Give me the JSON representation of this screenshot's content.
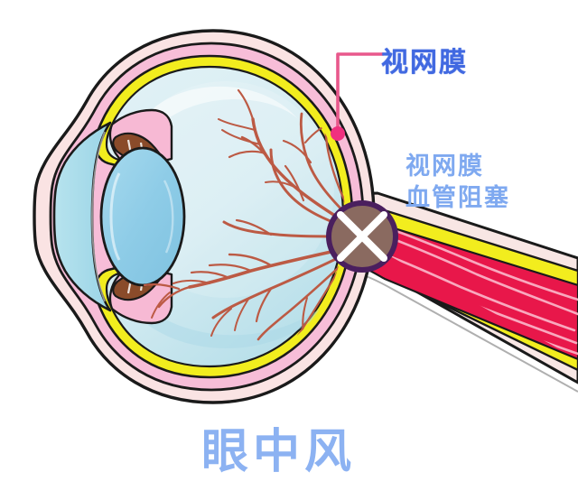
{
  "illustration": {
    "subject": "human-eye-cross-section",
    "background_color": "#ffffff"
  },
  "annotations": {
    "retina_label": "视网膜",
    "occlusion_label_line1": "视网膜",
    "occlusion_label_line2": "血管阻塞",
    "title": "眼中风"
  },
  "colors": {
    "label_blue": "#4169e1",
    "occlusion_label_blue": "#7fa9f0",
    "title_blue": "#8cb2f2",
    "leader_pink": "#e8588c",
    "leader_dot": "#f0307f",
    "sclera_outer": "#fae3e3",
    "choroid_pink": "#f7bdd8",
    "retina_yellow": "#f2ed1e",
    "vitreous_blue": "#d5ecf2",
    "cornea_blue": "#a5dcea",
    "lens_blue": "#8ecfe8",
    "iris_pink": "#f7b9d4",
    "ciliary_brown": "#8a4b2a",
    "vessel_red": "#c0503c",
    "nerve_red": "#e8174a",
    "nerve_fiber": "#f79ab0",
    "occlusion_fill": "#8a6a60",
    "occlusion_ring": "#4a1f5e",
    "occlusion_x": "#ffffff",
    "outline": "#1a1a1a"
  },
  "parts": [
    {
      "name": "sclera",
      "label": "sclera-outer-layer"
    },
    {
      "name": "choroid",
      "label": "choroid-layer"
    },
    {
      "name": "retina",
      "label": "retina-layer"
    },
    {
      "name": "vitreous",
      "label": "vitreous-body"
    },
    {
      "name": "cornea",
      "label": "cornea"
    },
    {
      "name": "lens",
      "label": "lens"
    },
    {
      "name": "iris",
      "label": "iris"
    },
    {
      "name": "ciliary-body",
      "label": "ciliary-body"
    },
    {
      "name": "retinal-vessels",
      "label": "retinal-blood-vessels"
    },
    {
      "name": "optic-nerve",
      "label": "optic-nerve-and-vessel"
    },
    {
      "name": "occlusion-marker",
      "label": "vascular-occlusion-site"
    }
  ]
}
